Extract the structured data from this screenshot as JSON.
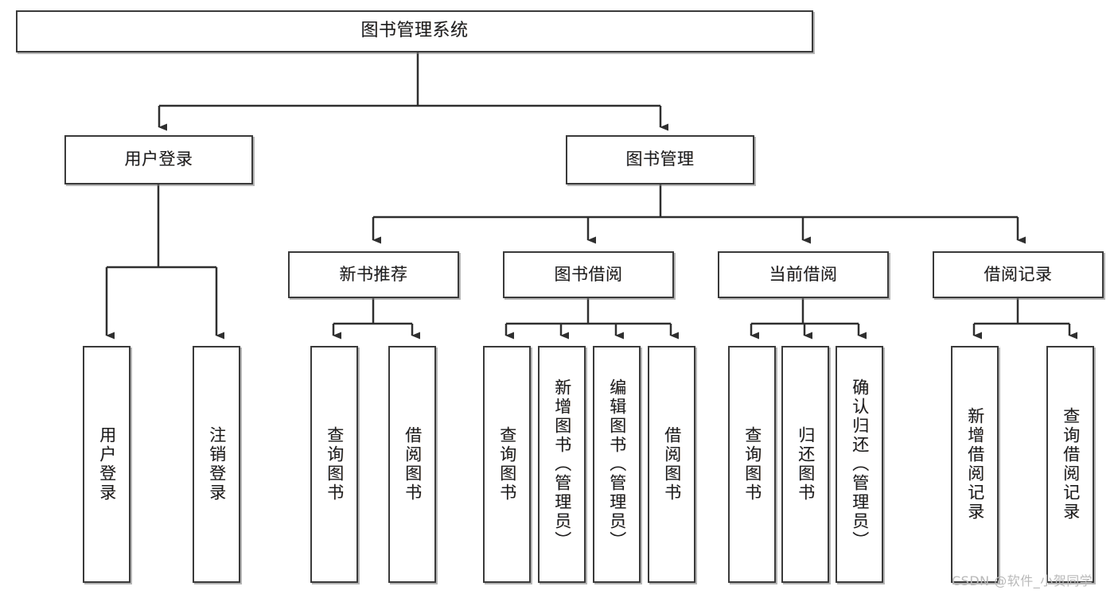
{
  "diagram": {
    "type": "tree-hierarchy",
    "title": "图书管理系统",
    "watermark": "CSDN @软件_小贺同学",
    "colors": {
      "stroke": "#3a3a3a",
      "fill": "#ffffff",
      "text": "#1d1d1d",
      "watermark": "#b9b9b9"
    },
    "nodes": {
      "root": {
        "label": "图书管理系统"
      },
      "level2": [
        {
          "id": "user-login",
          "label": "用户登录"
        },
        {
          "id": "book-manage",
          "label": "图书管理"
        }
      ],
      "level3": [
        {
          "id": "new-book-rec",
          "label": "新书推荐"
        },
        {
          "id": "book-borrow",
          "label": "图书借阅"
        },
        {
          "id": "current-borrow",
          "label": "当前借阅"
        },
        {
          "id": "borrow-record",
          "label": "借阅记录"
        }
      ],
      "leaves": {
        "user_login": [
          {
            "id": "leaf-user-login",
            "label": "用户登录"
          },
          {
            "id": "leaf-logout",
            "label": "注销登录"
          }
        ],
        "new_book_rec": [
          {
            "id": "leaf-query-book-1",
            "label": "查询图书"
          },
          {
            "id": "leaf-borrow-book-1",
            "label": "借阅图书"
          }
        ],
        "book_borrow": [
          {
            "id": "leaf-query-book-2",
            "label": "查询图书"
          },
          {
            "id": "leaf-add-book",
            "label": "新增图书（管理员）"
          },
          {
            "id": "leaf-edit-book",
            "label": "编辑图书（管理员）"
          },
          {
            "id": "leaf-borrow-book-2",
            "label": "借阅图书"
          }
        ],
        "current_borrow": [
          {
            "id": "leaf-query-book-3",
            "label": "查询图书"
          },
          {
            "id": "leaf-return-book",
            "label": "归还图书"
          },
          {
            "id": "leaf-confirm-return",
            "label": "确认归还（管理员）"
          }
        ],
        "borrow_record": [
          {
            "id": "leaf-add-record",
            "label": "新增借阅记录"
          },
          {
            "id": "leaf-query-record",
            "label": "查询借阅记录"
          }
        ]
      }
    }
  }
}
